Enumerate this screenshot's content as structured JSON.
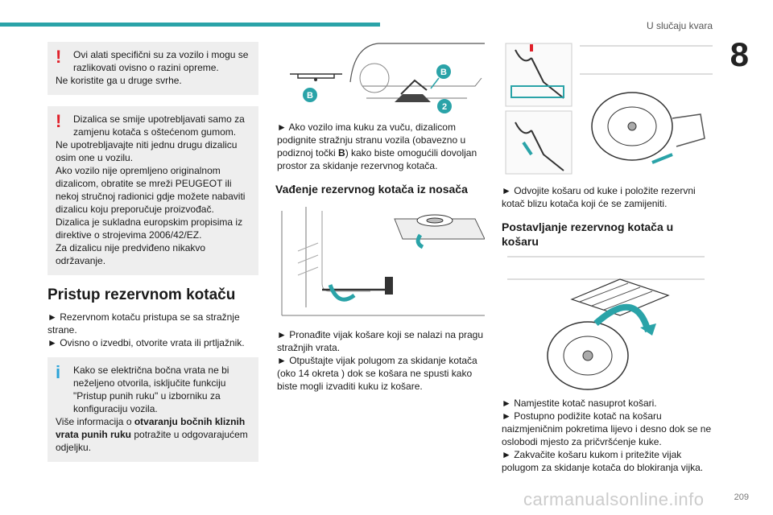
{
  "header": {
    "section_title": "U slučaju kvara",
    "chapter_number": "8"
  },
  "left": {
    "warning1": {
      "line1": "Ovi alati specifični su za vozilo i mogu se razlikovati ovisno o razini opreme.",
      "line2": "Ne koristite ga u druge svrhe."
    },
    "warning2": {
      "line1": "Dizalica se smije upotrebljavati samo za zamjenu kotača s oštećenom gumom.",
      "lines": [
        "Ne upotrebljavajte niti jednu drugu dizalicu osim one u vozilu.",
        "Ako vozilo nije opremljeno originalnom dizalicom, obratite se mreži PEUGEOT ili nekoj stručnoj radionici gdje možete nabaviti dizalicu koju preporučuje proizvođač.",
        "Dizalica je sukladna europskim propisima iz direktive o strojevima 2006/42/EZ.",
        "Za dizalicu nije predviđeno nikakvo održavanje."
      ]
    },
    "heading": "Pristup rezervnom kotaču",
    "steps": [
      "► Rezervnom kotaču pristupa se sa stražnje strane.",
      "► Ovisno o izvedbi, otvorite vrata ili prtljažnik."
    ],
    "info": {
      "line1": "Kako se električna bočna vrata ne bi neželjeno otvorila, isključite funkciju \"Pristup punih ruku\" u izborniku za konfiguraciju vozila.",
      "prefix": "Više informacija o ",
      "bold": "otvaranju bočnih kliznih vrata punih ruku",
      "suffix": " potražite u odgovarajućem odjeljku."
    }
  },
  "middle": {
    "labels": {
      "b": "B",
      "two": "2"
    },
    "para1_prefix": "► Ako vozilo ima kuku za vuču, dizalicom podignite stražnju stranu vozila (obavezno u podiznoj točki ",
    "para1_bold": "B",
    "para1_suffix": ") kako biste omogućili dovoljan prostor za skidanje rezervnog kotača.",
    "heading": "Vađenje rezervnog kotača iz nosača",
    "steps": [
      "► Pronađite vijak košare koji se nalazi na pragu stražnjih vrata.",
      "► Otpuštajte vijak polugom za skidanje kotača (oko 14 okreta ) dok se košara ne spusti kako biste mogli izvaditi kuku iz košare."
    ]
  },
  "right": {
    "step1": "► Odvojite košaru od kuke i položite rezervni kotač blizu kotača koji će se zamijeniti.",
    "heading": "Postavljanje rezervnog kotača u košaru",
    "steps": [
      "► Namjestite kotač nasuprot košari.",
      "► Postupno podižite kotač na košaru naizmjeničnim pokretima lijevo i desno dok se ne oslobodi mjesto za pričvršćenje kuke.",
      "► Zakvačite košaru kukom i pritežite vijak polugom za skidanje kotača do blokiranja vijka."
    ]
  },
  "footer": {
    "page_number": "209",
    "watermark": "carmanualsonline.info"
  },
  "colors": {
    "accent": "#2aa3a8",
    "warning": "#e0202a",
    "info": "#2aa3d8",
    "box": "#eeeeee"
  }
}
